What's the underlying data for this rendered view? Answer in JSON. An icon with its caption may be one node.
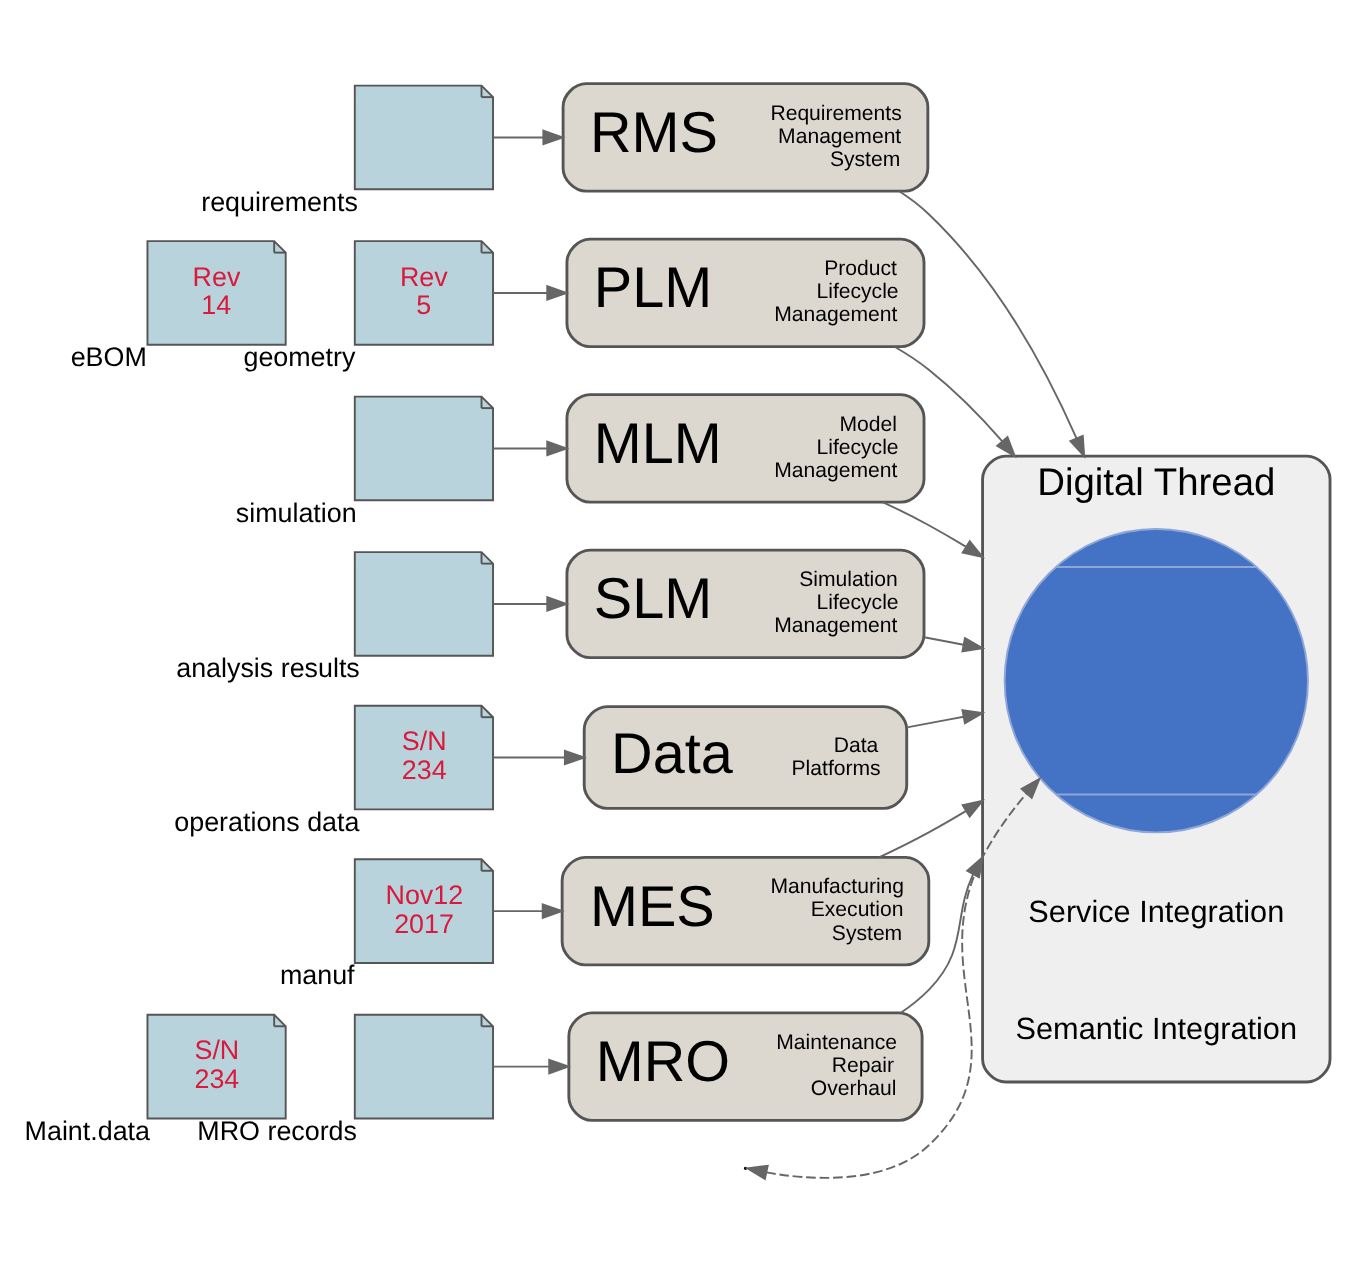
{
  "diagram": {
    "nodes": [
      {
        "text": [],
        "shape": "document",
        "beside": [
          "requirements"
        ]
      },
      {
        "text": [
          "RMS",
          "Requirements Management System"
        ]
      },
      {
        "text": [
          "Digital Thread"
        ]
      },
      {
        "text": [],
        "shape": "picture",
        "in": 2
      },
      {
        "text": [
          "Rev 14"
        ],
        "beside": [
          "eBOM"
        ]
      },
      {
        "text": [
          "Rev 5"
        ],
        "beside": [
          "geometry"
        ]
      },
      {
        "text": [
          "PLM",
          "Product Lifecycle Management"
        ]
      },
      {
        "text": [],
        "shape": "document",
        "beside": [
          "simulation"
        ]
      },
      {
        "text": [
          "MLM",
          "Model Lifecycle Management"
        ]
      },
      {
        "text": [],
        "shape": "document",
        "beside": [
          "analysis results"
        ]
      },
      {
        "text": [
          "SLM",
          "Simulation Lifecycle Management"
        ]
      },
      {
        "text": [
          "S/N 234"
        ],
        "beside": [
          "operations data"
        ]
      },
      {
        "text": [
          "Data",
          "Data Platforms"
        ]
      },
      {
        "text": [
          "Nov12 2017"
        ],
        "beside": [
          "manuf"
        ]
      },
      {
        "text": [
          "MES",
          "Manufacturing Execution System"
        ]
      },
      {
        "text": [
          "S/N 234"
        ],
        "beside": [
          "Maint.data"
        ]
      },
      {
        "text": [],
        "shape": "document",
        "beside": [
          "MRO records"
        ]
      },
      {
        "text": [
          "MRO",
          "Maintenance Repair Overhaul"
        ]
      }
    ],
    "edges": [
      {
        "from": 0,
        "to": 1,
        "arrow": "to"
      },
      {
        "from": 1,
        "to": 2,
        "arrow": "to"
      },
      {
        "from": 5,
        "to": 6,
        "arrow": "to"
      },
      {
        "from": 6,
        "to": 2,
        "arrow": "to"
      },
      {
        "from": 7,
        "to": 8,
        "arrow": "to"
      },
      {
        "from": 8,
        "to": 2,
        "arrow": "to"
      },
      {
        "from": 9,
        "to": 10,
        "arrow": "to"
      },
      {
        "from": 10,
        "to": 2,
        "arrow": "to"
      },
      {
        "from": 11,
        "to": 12,
        "arrow": "to"
      },
      {
        "from": 12,
        "to": 2,
        "arrow": "to"
      },
      {
        "from": 13,
        "to": 14,
        "arrow": "to"
      },
      {
        "from": 14,
        "to": 2,
        "arrow": "to"
      },
      {
        "from": 16,
        "to": 17,
        "arrow": "to"
      },
      {
        "from": 17,
        "to": 2,
        "arrow": "to"
      },
      {
        "from": null,
        "to": 3,
        "arrow": "both",
        "style": "dashed"
      }
    ],
    "labels": [
      "Service Integration",
      "Semantic Integration"
    ]
  }
}
